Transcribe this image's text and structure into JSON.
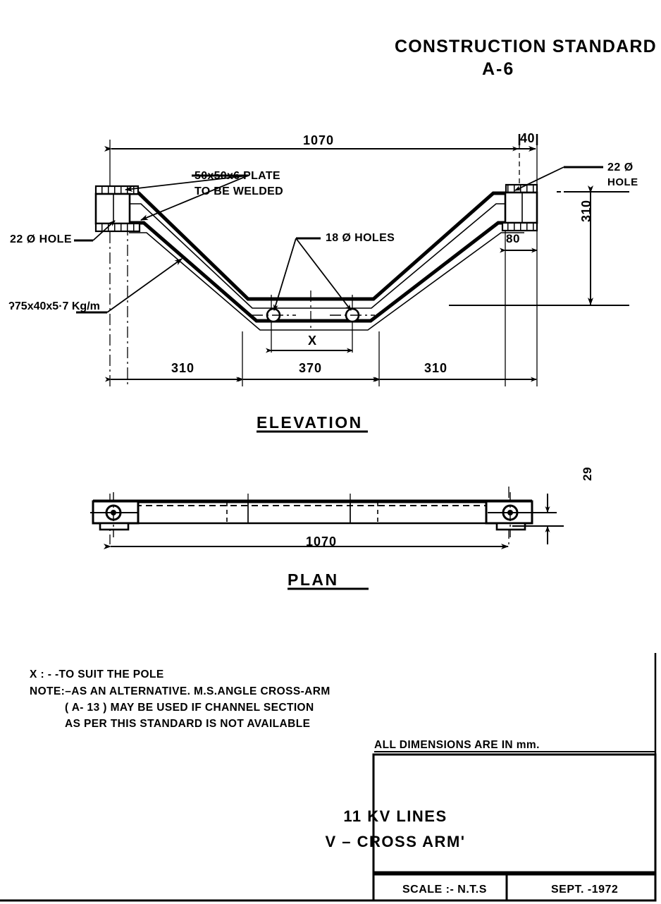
{
  "header": {
    "line1": "CONSTRUCTION STANDARD",
    "line2": "A-6"
  },
  "elevation": {
    "view_label": "ELEVATION",
    "dim_overall": "1070",
    "dim_end_offset": "40",
    "dim_end_width": "80",
    "dim_height": "310",
    "dim_left_span": "310",
    "dim_centre_span": "370",
    "dim_right_span": "310",
    "dim_hole_spacing": "X",
    "label_plate_line1": "50x50x6 PLATE",
    "label_plate_line2": "TO BE WELDED",
    "label_hole_22_right_line1": "22 Ø",
    "label_hole_22_right_line2": "HOLE",
    "label_hole_22_left": "22 Ø HOLE",
    "label_channel": "ʔ75x40x5·7 Kg/m",
    "label_holes_18": "18 Ø HOLES"
  },
  "plan": {
    "view_label": "PLAN",
    "dim_overall": "1070",
    "dim_depth": "29"
  },
  "notes": {
    "line_x": "X : -   -TO  SUIT  THE  POLE",
    "line_1": "NOTE:–AS AN ALTERNATIVE. M.S.ANGLE  CROSS-ARM",
    "line_2": "( A- 13 ) MAY BE USED  IF CHANNEL  SECTION",
    "line_3": "AS PER THIS STANDARD IS NOT AVAILABLE"
  },
  "title_block": {
    "units_note": "ALL DIMENSIONS  ARE  IN mm.",
    "title_line1": "11 KV LINES",
    "title_line2": "V – CROSS ARM'",
    "scale": "SCALE :- N.T.S",
    "date": "SEPT. -1972"
  },
  "colors": {
    "ink": "#000000",
    "paper": "#ffffff"
  }
}
